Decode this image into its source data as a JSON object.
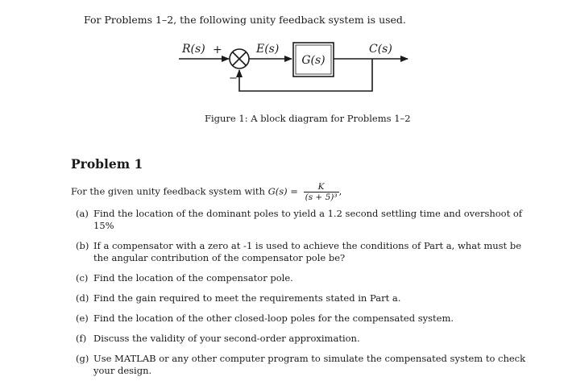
{
  "intro": "For Problems 1–2, the following unity feedback system is used.",
  "diagram": {
    "input_label": "R(s)",
    "plus_sign": "+",
    "minus_sign": "−",
    "error_label": "E(s)",
    "block_label": "G(s)",
    "output_label": "C(s)"
  },
  "caption": "Figure 1: A block diagram for Problems 1–2",
  "problem": {
    "heading": "Problem 1",
    "statement_prefix": "For the given unity feedback system with",
    "g_of_s": "G(s) =",
    "frac_num": "K",
    "frac_den": "(s + 5)³",
    "statement_suffix": ",",
    "items": [
      {
        "label": "(a)",
        "text": "Find the location of the dominant poles to yield a 1.2 second settling time and overshoot of 15%"
      },
      {
        "label": "(b)",
        "text": "If a compensator with a zero at -1 is used to achieve the conditions of Part a, what must be the angular contribution of the compensator pole be?"
      },
      {
        "label": "(c)",
        "text": "Find the location of the compensator pole."
      },
      {
        "label": "(d)",
        "text": "Find the gain required to meet the requirements stated in Part a."
      },
      {
        "label": "(e)",
        "text": "Find the location of the other closed-loop poles for the compensated system."
      },
      {
        "label": "(f)",
        "text": "Discuss the validity of your second-order approximation."
      },
      {
        "label": "(g)",
        "text": "Use MATLAB or any other computer program to simulate the compensated system to check your design."
      }
    ]
  }
}
